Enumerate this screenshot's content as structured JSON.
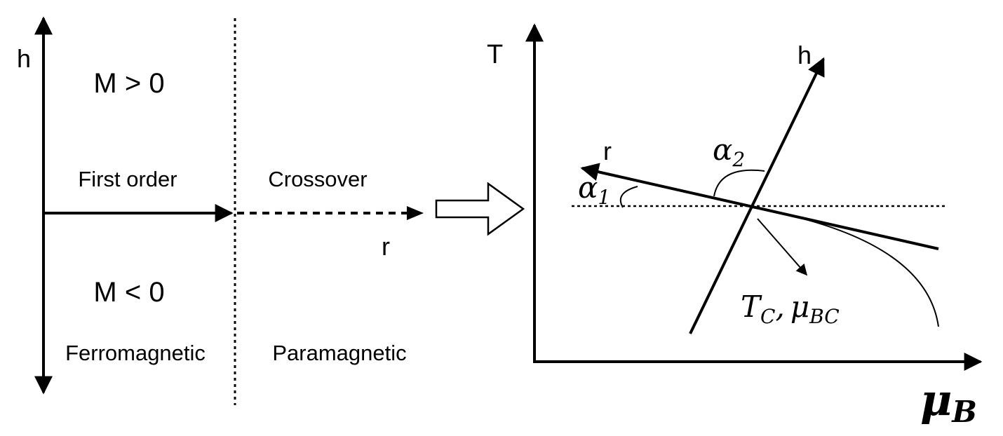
{
  "left_panel": {
    "axis_h_label": "h",
    "axis_r_label": "r",
    "region_upper": "M > 0",
    "region_lower": "M < 0",
    "first_order_label": "First order",
    "crossover_label": "Crossover",
    "ferro_label": "Ferromagnetic",
    "para_label": "Paramagnetic"
  },
  "right_panel": {
    "axis_T_label": "T",
    "axis_mu_symbol": "μ",
    "axis_mu_subscript": "B",
    "h_label": "h",
    "r_label": "r",
    "alpha_symbol": "α",
    "alpha1_subscript": "1",
    "alpha2_subscript": "2",
    "critical_T_symbol": "T",
    "critical_T_subscript": "C",
    "critical_separator": ",",
    "critical_mu_symbol": "μ",
    "critical_mu_subscript": "BC"
  },
  "colors": {
    "ink": "#000000",
    "background": "#ffffff"
  }
}
